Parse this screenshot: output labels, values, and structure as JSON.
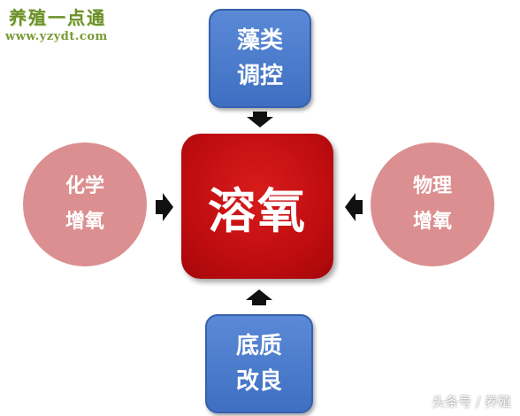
{
  "logo": {
    "title": "养殖一点通",
    "url": "www.yzydt.com"
  },
  "diagram": {
    "center": "溶氧",
    "top": {
      "line1": "藻类",
      "line2": "调控"
    },
    "bottom": {
      "line1": "底质",
      "line2": "改良"
    },
    "left": {
      "line1": "化学",
      "line2": "增氧"
    },
    "right": {
      "line1": "物理",
      "line2": "增氧"
    }
  },
  "colors": {
    "center_red": "#c00d10",
    "box_blue": "#4a7bcc",
    "circle_pink": "#dc8f90",
    "arrow": "#111111"
  },
  "watermark": "头条号 / 养殖"
}
